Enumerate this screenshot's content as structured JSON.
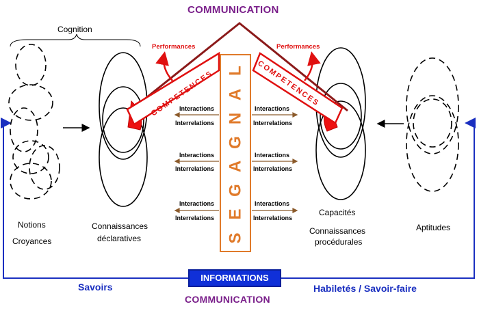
{
  "top_title": "COMMUNICATION",
  "bottom_title": "COMMUNICATION",
  "cognition": "Cognition",
  "center_word": "LANGAGES",
  "competences": "COMPETENCES",
  "performances": [
    "Performances",
    "Performances"
  ],
  "left_labels": {
    "notions": "Notions",
    "croyances": "Croyances",
    "connaissances": "Connaissances",
    "declaratives": "déclaratives"
  },
  "right_labels": {
    "capacites": "Capacités",
    "connaissances": "Connaissances",
    "procedurales": "procédurales",
    "aptitudes": "Aptitudes"
  },
  "interactions_label": "Interactions",
  "interrelations_label": "Interrelations",
  "informations": "INFORMATIONS",
  "savoirs": "Savoirs",
  "habiletes": "Habiletés / Savoir-faire",
  "colors": {
    "communication": "#7a1f8a",
    "blue": "#1a2fc0",
    "red": "#e01010",
    "orange": "#e07a2a",
    "dark_red": "#8b1a1a"
  }
}
